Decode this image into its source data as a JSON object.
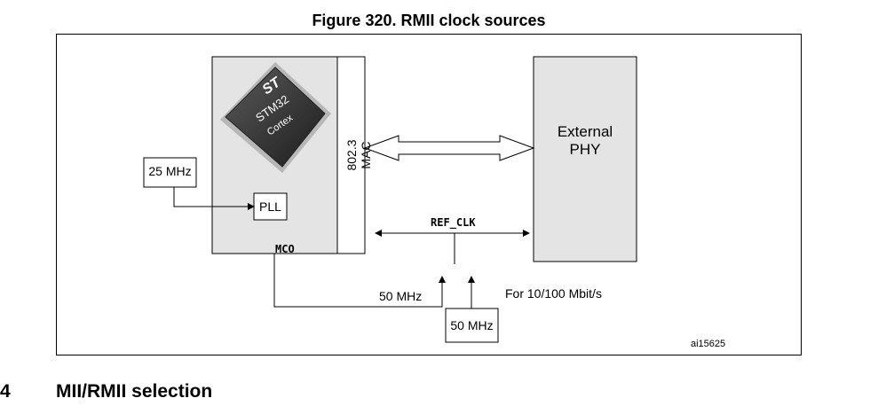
{
  "figure": {
    "title": "Figure 320. RMII clock sources",
    "id_tag": "ai15625"
  },
  "chip": {
    "logo_text": "ST",
    "model_text": "STM32",
    "core_text": "Cortex"
  },
  "blocks": {
    "mac": "802.3 MAC",
    "phy_line1": "External",
    "phy_line2": "PHY",
    "pll": "PLL",
    "osc_25": "25 MHz",
    "osc_50": "50 MHz"
  },
  "signals": {
    "mco": "MCO",
    "ref_clk": "REF_CLK",
    "mco_freq": "50 MHz",
    "note": "For 10/100 Mbit/s"
  },
  "section": {
    "number": "4",
    "title": "MII/RMII selection"
  },
  "colors": {
    "block_fill": "#e4e4e4",
    "line": "#000000"
  }
}
